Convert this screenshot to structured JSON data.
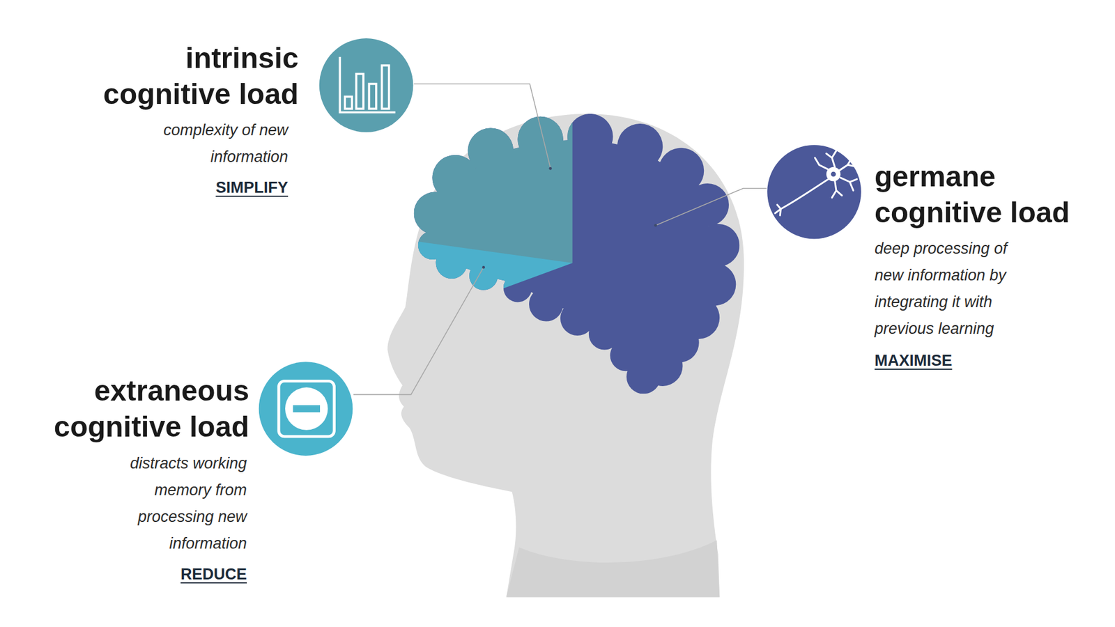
{
  "diagram": {
    "nodes": [
      {
        "text": [
          "intrinsic cognitive load",
          "complexity of new information",
          "SIMPLIFY"
        ]
      },
      {
        "text": [
          "germane cognitive load",
          "deep processing of new information by integrating it with previous learning",
          "MAXIMISE"
        ]
      },
      {
        "text": [
          "extraneous cognitive load",
          "distracts working memory from processing new information",
          "REDUCE"
        ]
      }
    ]
  }
}
